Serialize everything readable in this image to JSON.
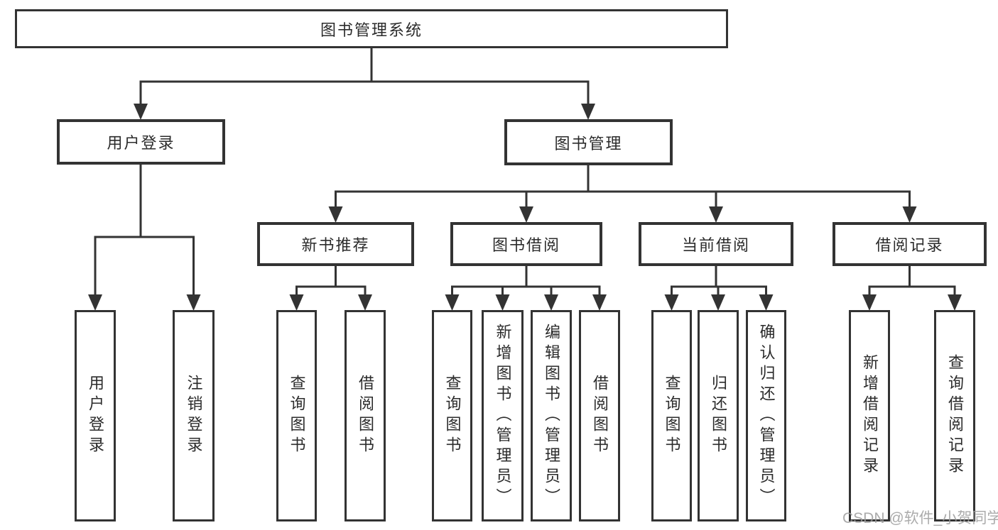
{
  "diagram": {
    "type": "tree",
    "root": {
      "id": "library-management-system",
      "label": "图书管理系统",
      "children": [
        {
          "id": "user-login",
          "label": "用户登录",
          "children": [
            {
              "id": "user-login-leaf",
              "label": "用户登录"
            },
            {
              "id": "logout",
              "label": "注销登录"
            }
          ]
        },
        {
          "id": "book-management",
          "label": "图书管理",
          "children": [
            {
              "id": "new-book-recommend",
              "label": "新书推荐",
              "children": [
                {
                  "id": "query-books-1",
                  "label": "查询图书"
                },
                {
                  "id": "borrow-books-1",
                  "label": "借阅图书"
                }
              ]
            },
            {
              "id": "book-borrowing",
              "label": "图书借阅",
              "children": [
                {
                  "id": "query-books-2",
                  "label": "查询图书"
                },
                {
                  "id": "add-books-admin",
                  "label": "新增图书（管理员）"
                },
                {
                  "id": "edit-books-admin",
                  "label": "编辑图书（管理员）"
                },
                {
                  "id": "borrow-books-2",
                  "label": "借阅图书"
                }
              ]
            },
            {
              "id": "current-borrowing",
              "label": "当前借阅",
              "children": [
                {
                  "id": "query-books-3",
                  "label": "查询图书"
                },
                {
                  "id": "return-books",
                  "label": "归还图书"
                },
                {
                  "id": "confirm-return-admin",
                  "label": "确认归还（管理员）"
                }
              ]
            },
            {
              "id": "borrowing-records",
              "label": "借阅记录",
              "children": [
                {
                  "id": "add-borrow-record",
                  "label": "新增借阅记录"
                },
                {
                  "id": "query-borrow-record",
                  "label": "查询借阅记录"
                }
              ]
            }
          ]
        }
      ]
    }
  },
  "watermark": "CSDN @软件_小贺同学",
  "colors": {
    "line": "#333333",
    "text": "#2b2b2b",
    "background": "#ffffff",
    "watermark": "#9d9d9d"
  }
}
